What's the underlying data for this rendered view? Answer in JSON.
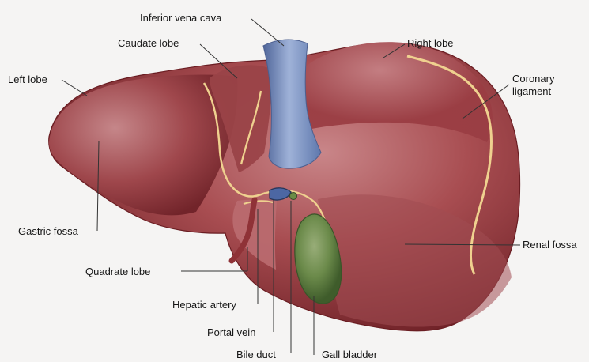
{
  "labels": {
    "inferior_vena_cava": "Inferior vena cava",
    "caudate_lobe": "Caudate lobe",
    "right_lobe": "Right lobe",
    "left_lobe": "Left lobe",
    "coronary_ligament_line1": "Coronary",
    "coronary_ligament_line2": "ligament",
    "gastric_fossa": "Gastric fossa",
    "renal_fossa": "Renal fossa",
    "quadrate_lobe": "Quadrate lobe",
    "hepatic_artery": "Hepatic artery",
    "portal_vein": "Portal vein",
    "bile_duct": "Bile duct",
    "gall_bladder": "Gall bladder"
  },
  "colors": {
    "liver_dark": "#7a2a2f",
    "liver_mid": "#a54a4d",
    "liver_light": "#c77c7f",
    "vena_cava": "#6f86b3",
    "gall_bladder": "#5f7d43",
    "ligament_line": "#f1d391",
    "leader_line": "#333333",
    "background": "#f5f4f3"
  }
}
